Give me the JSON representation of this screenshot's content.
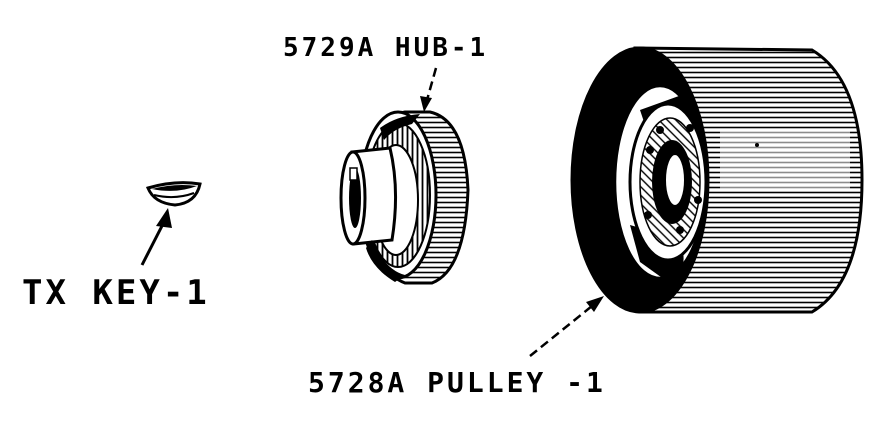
{
  "labels": {
    "hub": "5729A HUB-1",
    "key": "TX KEY-1",
    "pulley": "5728A PULLEY -1"
  },
  "colors": {
    "ink": "#000000",
    "paper": "#ffffff"
  }
}
